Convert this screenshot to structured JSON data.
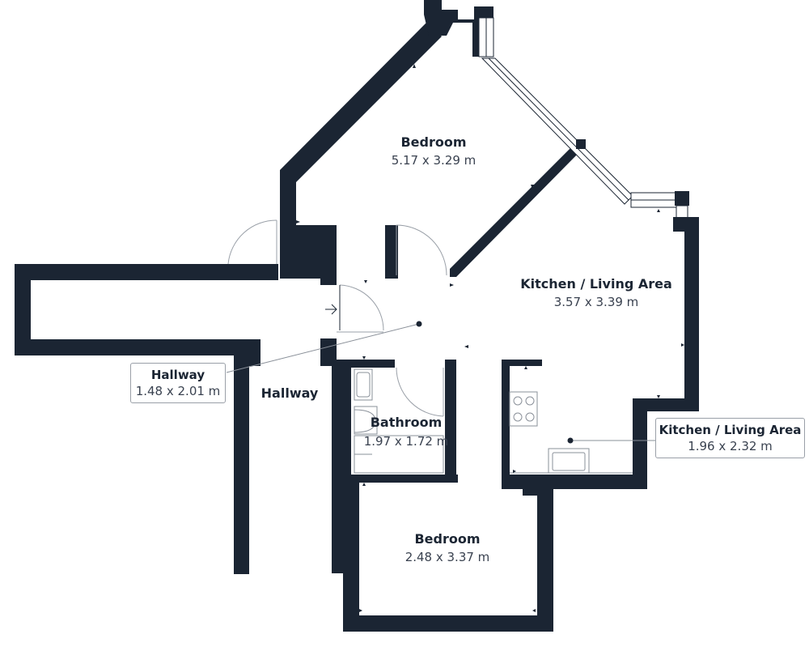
{
  "rooms": {
    "bedroom_top": {
      "name": "Bedroom",
      "dims": "5.17 x 3.29 m"
    },
    "kitchen_main": {
      "name": "Kitchen / Living Area",
      "dims": "3.57 x 3.39 m"
    },
    "hallway_plain": {
      "name": "Hallway"
    },
    "bathroom": {
      "name": "Bathroom",
      "dims": "1.97 x 1.72 m"
    },
    "bedroom_bottom": {
      "name": "Bedroom",
      "dims": "2.48 x 3.37 m"
    }
  },
  "callouts": {
    "hallway": {
      "name": "Hallway",
      "dims": "1.48 x 2.01 m"
    },
    "kitchen": {
      "name": "Kitchen / Living Area",
      "dims": "1.96 x 2.32 m"
    }
  },
  "colors": {
    "wall": "#1b2533",
    "background": "#ffffff",
    "leader": "#8a9099"
  }
}
